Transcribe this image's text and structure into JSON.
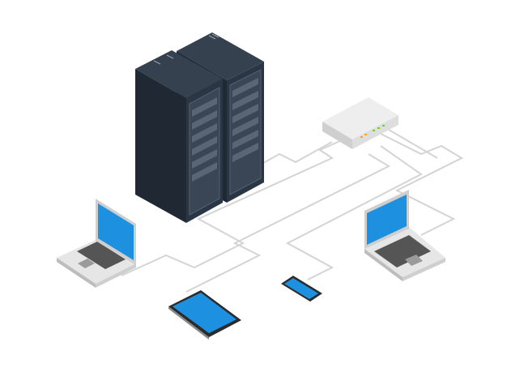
{
  "illustration": {
    "subjects": [
      "server-rack-left",
      "server-rack-right",
      "router",
      "laptop-left",
      "laptop-right",
      "tablet",
      "smartphone",
      "network-cables"
    ],
    "colors": {
      "rack_dark": "#2b3645",
      "rack_side": "#1f2833",
      "rack_top": "#35414f",
      "screen_blue": "#1e90e0",
      "device_silver": "#dcdcdc",
      "cable_gray": "#d4d4d4",
      "router_white": "#eeeeee",
      "led_green": "#7ac943",
      "led_orange": "#f7a531"
    }
  }
}
